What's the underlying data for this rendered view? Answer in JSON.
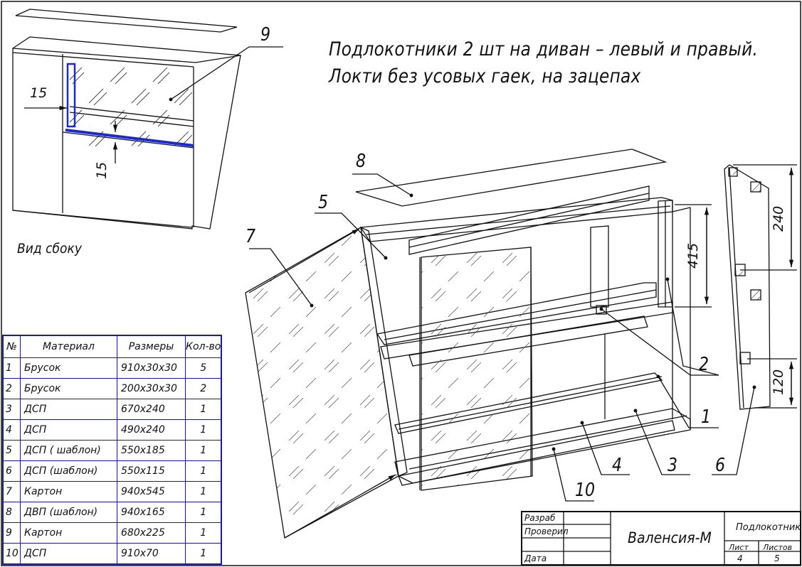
{
  "title": {
    "line1": "Подлокотники 2 шт на диван – левый и правый.",
    "line2": "Локти без усовых гаек, на зацепах"
  },
  "side_view_caption": "Вид сбоку",
  "callouts": {
    "c1": "1",
    "c2": "2",
    "c3": "3",
    "c4": "4",
    "c5": "5",
    "c6": "6",
    "c7": "7",
    "c8": "8",
    "c9": "9",
    "c10": "10"
  },
  "dimensions": {
    "side_h": "15",
    "side_v": "15",
    "height_415": "415",
    "top_240": "240",
    "bottom_120": "120"
  },
  "bom": {
    "headers": [
      "№",
      "Материал",
      "Размеры",
      "Кол-во"
    ],
    "rows": [
      [
        "1",
        "Брусок",
        "910х30х30",
        "5"
      ],
      [
        "2",
        "Брусок",
        "200х30х30",
        "2"
      ],
      [
        "3",
        "ДСП",
        "670х240",
        "1"
      ],
      [
        "4",
        "ДСП",
        "490х240",
        "1"
      ],
      [
        "5",
        "ДСП ( шаблон)",
        "550х185",
        "1"
      ],
      [
        "6",
        "ДСП (шаблон)",
        "550х115",
        "1"
      ],
      [
        "7",
        "Картон",
        "940х545",
        "1"
      ],
      [
        "8",
        "ДВП (шаблон)",
        "940х165",
        "1"
      ],
      [
        "9",
        "Картон",
        "680х225",
        "1"
      ],
      [
        "10",
        "ДСП",
        "910х70",
        "1"
      ]
    ]
  },
  "title_block": {
    "razrab": "Разраб",
    "proveril": "Проверил",
    "data": "Дата",
    "product": "Валенсия-М",
    "part": "Подлокотник",
    "list_label": "Лист",
    "listov_label": "Листов",
    "list_value": "4",
    "listov_value": "5"
  },
  "colors": {
    "lines": "#111111",
    "table_border": "#1a1aa0",
    "highlight": "#1a2ad0"
  }
}
